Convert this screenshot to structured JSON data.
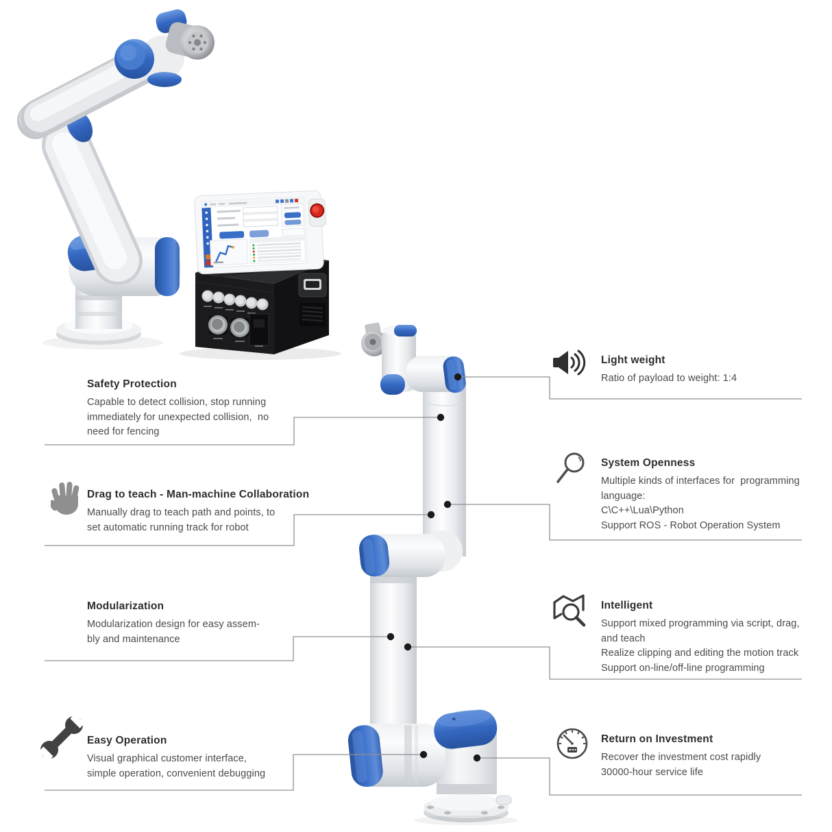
{
  "colors": {
    "accent_blue": "#3568C2",
    "robot_white": "#F2F4F6",
    "control_box_black": "#1B1B1D",
    "estop_red": "#D8281A",
    "callout_line_gray": "#8E9092",
    "callout_dot_black": "#1A1A1A",
    "title_text": "#2D2D2D",
    "body_text": "#4A4A4A"
  },
  "features_left": [
    {
      "title": "Safety Protection",
      "icon": null,
      "lines": [
        "Capable to detect collision, stop running",
        "immediately for unexpected collision,  no",
        "need for fencing"
      ]
    },
    {
      "title": "Drag to teach - Man-machine Collaboration",
      "icon": "hand-icon",
      "lines": [
        "Manually drag to teach path and points, to",
        "set automatic running track for robot"
      ]
    },
    {
      "title": "Modularization",
      "icon": null,
      "lines": [
        "Modularization design for easy assem-",
        "bly and maintenance"
      ]
    },
    {
      "title": "Easy Operation",
      "icon": "wrench-icon",
      "lines": [
        "Visual graphical customer interface,",
        "simple operation, convenient debugging"
      ]
    }
  ],
  "features_right": [
    {
      "title": "Light weight",
      "icon": "speaker-icon",
      "lines": [
        "Ratio of payload to weight: 1:4"
      ]
    },
    {
      "title": "System Openness",
      "icon": "magnifier-icon",
      "lines": [
        "Multiple kinds of interfaces for  programming",
        "language:",
        "C\\C++\\Lua\\Python",
        "Support ROS - Robot Operation System"
      ]
    },
    {
      "title": "Intelligent",
      "icon": "map-search-icon",
      "lines": [
        "Support mixed programming via script, drag,",
        "and teach",
        "Realize clipping and editing the motion track",
        "Support on-line/off-line programming"
      ]
    },
    {
      "title": "Return on Investment",
      "icon": "gauge-icon",
      "lines": [
        "Recover the investment cost rapidly",
        "30000-hour service life"
      ]
    }
  ]
}
